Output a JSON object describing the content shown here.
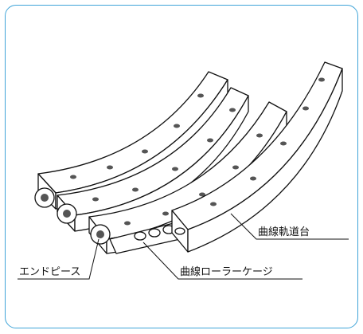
{
  "colors": {
    "frame": "#3fa4d8",
    "stroke": "#111111",
    "fill": "#ffffff",
    "hole": "#555555"
  },
  "labels": {
    "end_piece": "エンドピース",
    "curved_roller_cage": "曲線ローラーケージ",
    "curved_track": "曲線軌道台"
  }
}
